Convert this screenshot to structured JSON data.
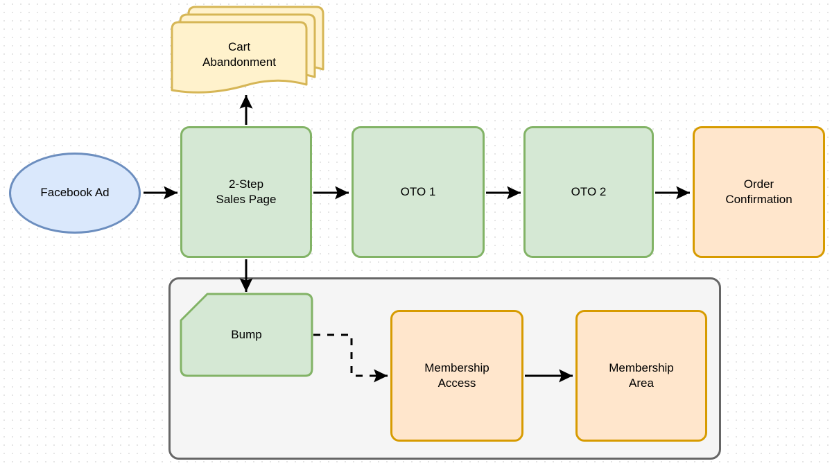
{
  "colors": {
    "blue_fill": "#dae8fc",
    "blue_stroke": "#6c8ebf",
    "green_fill": "#d5e8d4",
    "green_stroke": "#82b366",
    "yellow_fill": "#fff2cc",
    "yellow_stroke": "#d6b656",
    "orange_fill": "#ffe6cc",
    "orange_stroke": "#d79b00",
    "container_fill": "#f5f5f5",
    "container_stroke": "#666666",
    "arrow": "#000000"
  },
  "nodes": {
    "facebook_ad": {
      "label": "Facebook Ad",
      "shape": "ellipse"
    },
    "sales_page": {
      "label": "2-Step\nSales Page",
      "shape": "rounded-rect"
    },
    "cart_abandonment": {
      "label": "Cart\nAbandonment",
      "shape": "multi-document"
    },
    "oto_1": {
      "label": "OTO 1",
      "shape": "rounded-rect"
    },
    "oto_2": {
      "label": "OTO 2",
      "shape": "rounded-rect"
    },
    "order_confirmation": {
      "label": "Order\nConfirmation",
      "shape": "rounded-rect"
    },
    "bump": {
      "label": "Bump",
      "shape": "card"
    },
    "membership_access": {
      "label": "Membership\nAccess",
      "shape": "rounded-rect"
    },
    "membership_area": {
      "label": "Membership\nArea",
      "shape": "rounded-rect"
    }
  },
  "edges": [
    {
      "from": "facebook_ad",
      "to": "sales_page",
      "style": "solid"
    },
    {
      "from": "sales_page",
      "to": "cart_abandonment",
      "style": "solid"
    },
    {
      "from": "sales_page",
      "to": "oto_1",
      "style": "solid"
    },
    {
      "from": "oto_1",
      "to": "oto_2",
      "style": "solid"
    },
    {
      "from": "oto_2",
      "to": "order_confirmation",
      "style": "solid"
    },
    {
      "from": "sales_page",
      "to": "bump",
      "style": "solid"
    },
    {
      "from": "bump",
      "to": "membership_access",
      "style": "dashed"
    },
    {
      "from": "membership_access",
      "to": "membership_area",
      "style": "solid"
    }
  ]
}
